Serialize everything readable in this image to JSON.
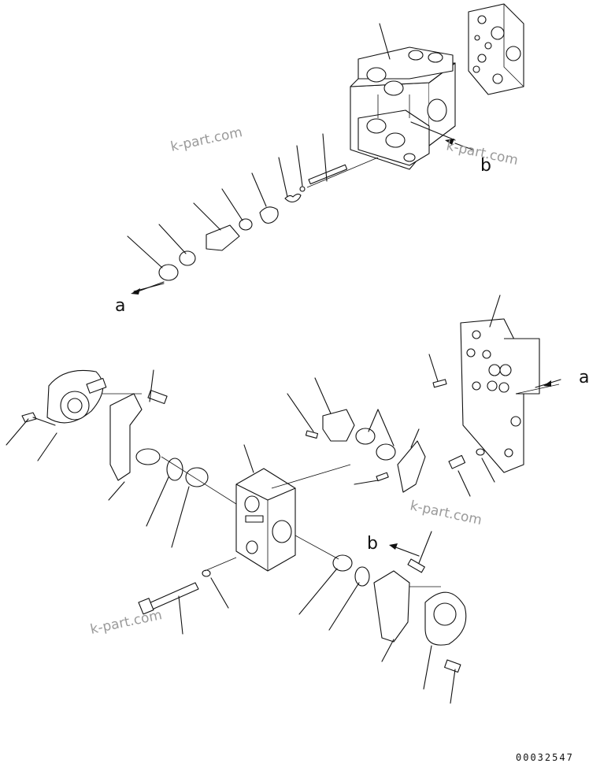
{
  "diagram": {
    "view_labels": {
      "a_upper": "a",
      "a_right": "a",
      "b_upper": "b",
      "b_lower": "b"
    },
    "watermarks": [
      "k-part.com",
      "k-part.com",
      "k-part.com",
      "k-part.com"
    ],
    "drawing_code": "00032547"
  }
}
